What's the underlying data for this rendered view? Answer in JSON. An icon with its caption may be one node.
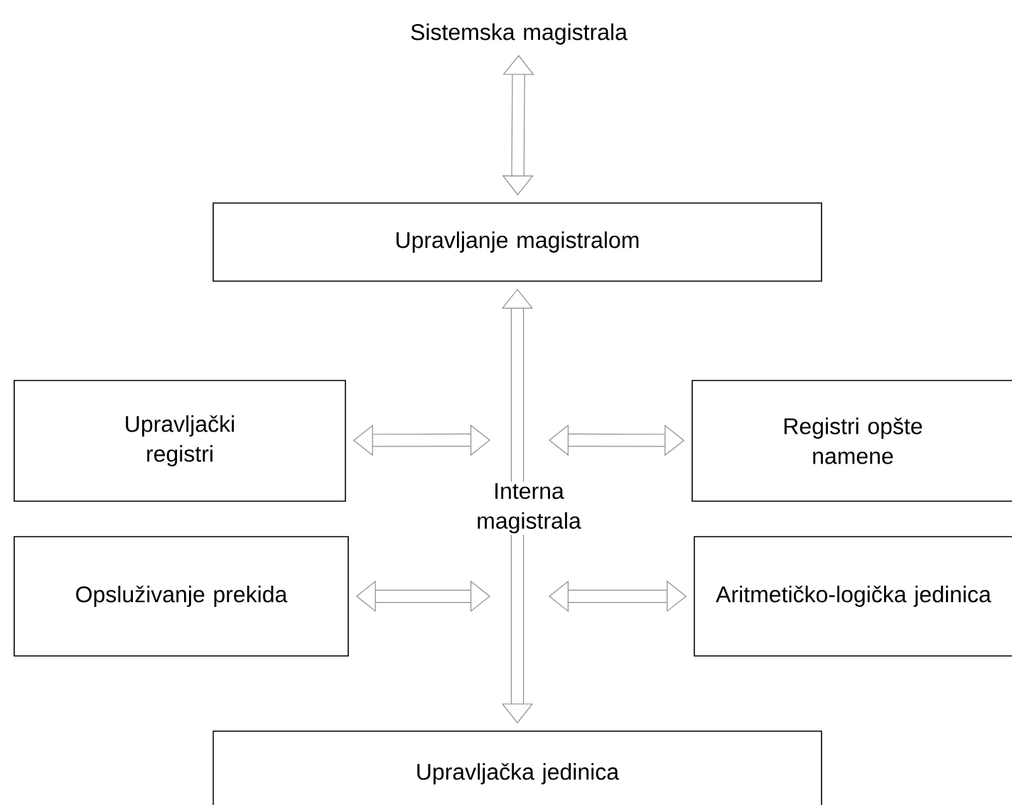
{
  "diagram": {
    "nodes": [
      {
        "text": [
          "Sistemska magistrala"
        ]
      },
      {
        "text": [
          "Upravljanje magistralom"
        ]
      },
      {
        "text": [
          "Upravljački registri"
        ]
      },
      {
        "text": [
          "Registri opšte namene"
        ]
      },
      {
        "text": [
          "Opsluživanje prekida"
        ]
      },
      {
        "text": [
          "Aritmetičko-logička jedinica"
        ]
      },
      {
        "text": [
          "Upravljačka jedinica"
        ]
      }
    ],
    "edges": [
      {
        "from": 0,
        "to": 1,
        "arrow": "both"
      },
      {
        "from": 1,
        "to": 6,
        "arrow": "both",
        "label": "Interna magistrala"
      },
      {
        "from": 2,
        "to": null,
        "arrow": "both"
      },
      {
        "from": null,
        "to": 3,
        "arrow": "both"
      },
      {
        "from": 4,
        "to": null,
        "arrow": "both"
      },
      {
        "from": null,
        "to": 5,
        "arrow": "both"
      }
    ]
  }
}
